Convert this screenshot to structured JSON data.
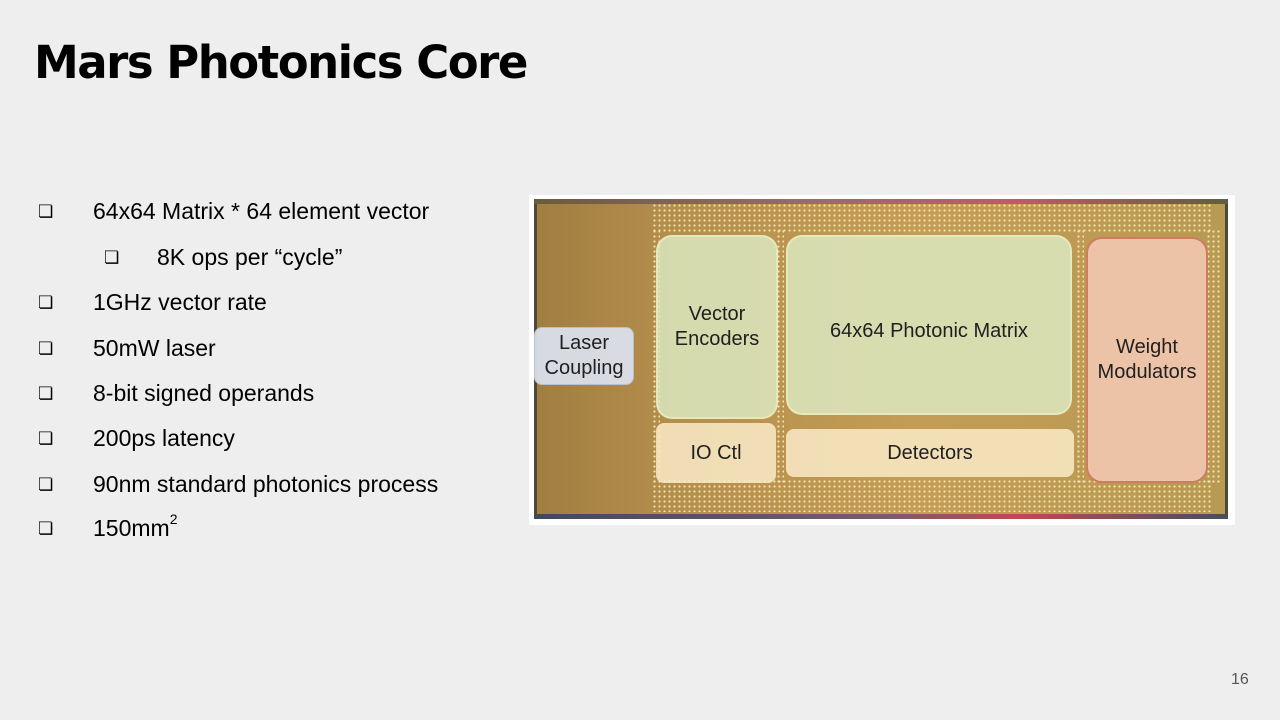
{
  "slide": {
    "title": "Mars Photonics Core",
    "page_number": "16",
    "bullet_glyph": "❏"
  },
  "bullets": [
    {
      "level": 1,
      "text": "64x64 Matrix * 64 element vector"
    },
    {
      "level": 2,
      "text": "8K ops per “cycle”"
    },
    {
      "level": 1,
      "text": "1GHz vector rate"
    },
    {
      "level": 1,
      "text": "50mW laser"
    },
    {
      "level": 1,
      "text": "8-bit signed operands"
    },
    {
      "level": 1,
      "text": "200ps latency"
    },
    {
      "level": 1,
      "text": "90nm standard photonics process"
    },
    {
      "level": 1,
      "text": "150mm",
      "superscript": "2"
    }
  ],
  "die_diagram": {
    "blocks": {
      "laser_coupling": [
        "Laser",
        "Coupling"
      ],
      "vector_encoders": [
        "Vector",
        "Encoders"
      ],
      "photonic_matrix": "64x64 Photonic Matrix",
      "weight_modulators": [
        "Weight",
        "Modulators"
      ],
      "io_ctl": "IO Ctl",
      "detectors": "Detectors"
    },
    "colors": {
      "die": "#c49c55",
      "green_block": "#ddecc4",
      "cream_block": "#faebc8",
      "pink_block": "#f4c8b4",
      "blue_block": "#dce2f0"
    }
  }
}
